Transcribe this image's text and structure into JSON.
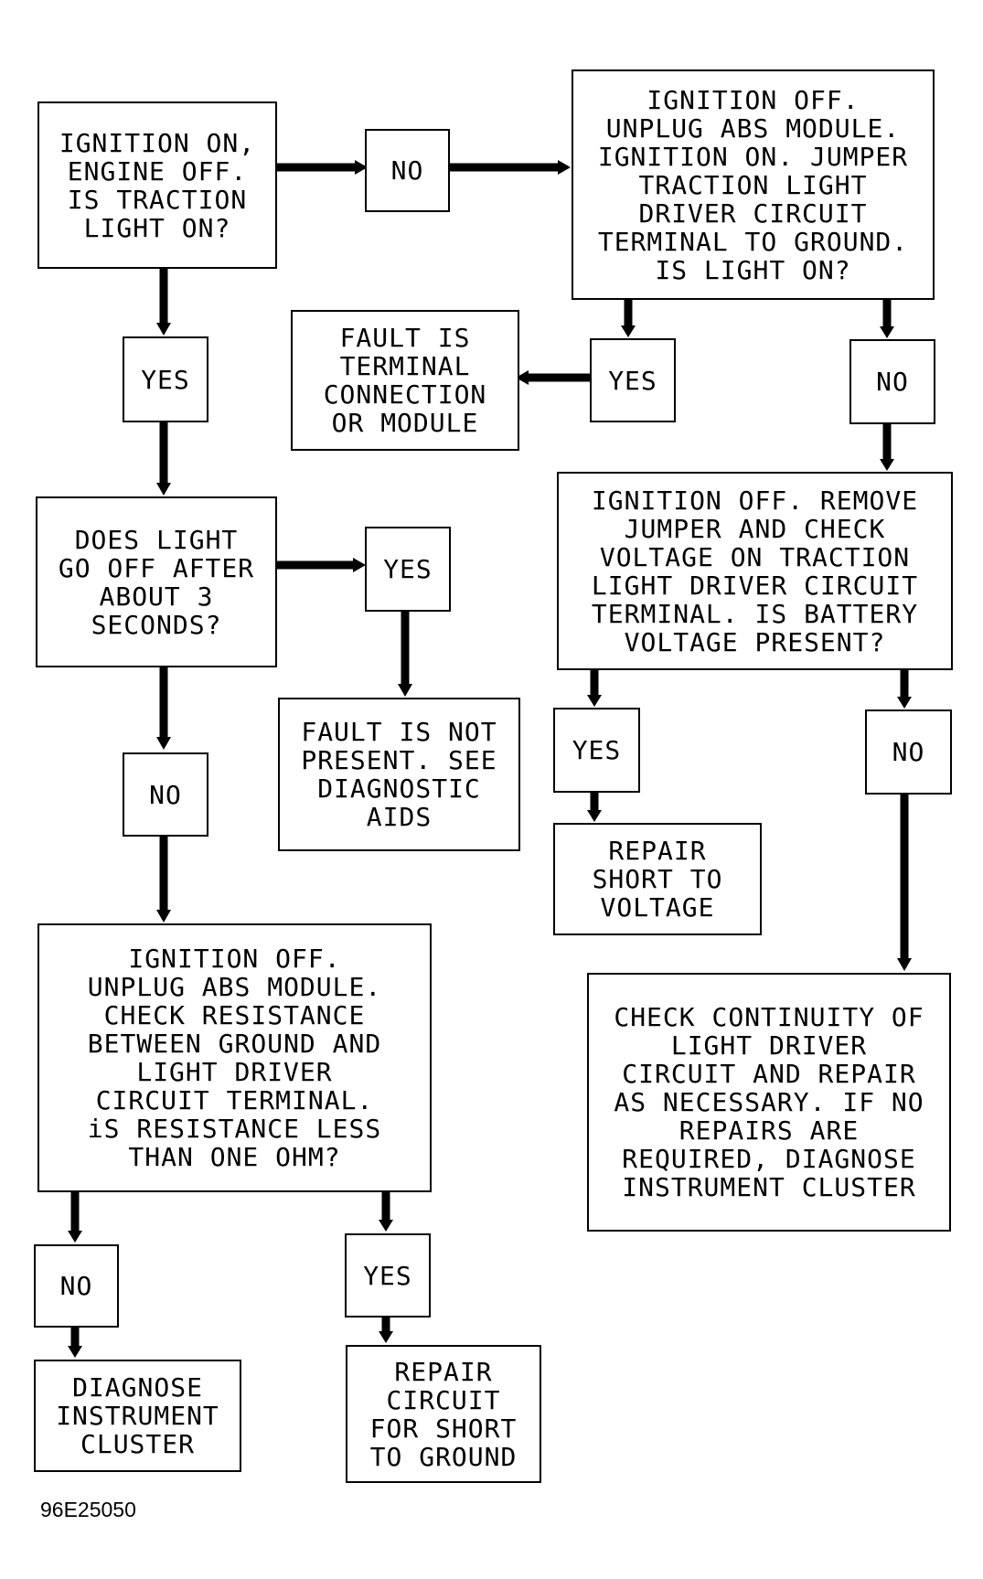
{
  "nodes": {
    "n1_question": "IGNITION ON,\nENGINE OFF.\nIS TRACTION\nLIGHT ON?",
    "n1_no": "NO",
    "n2_question": "IGNITION OFF.\nUNPLUG ABS MODULE.\nIGNITION ON. JUMPER\nTRACTION LIGHT\nDRIVER CIRCUIT\nTERMINAL TO GROUND.\nIS LIGHT ON?",
    "n2_yes": "YES",
    "n2_yes_result": "FAULT IS\nTERMINAL\nCONNECTION\nOR MODULE",
    "n2_no": "NO",
    "n1_yes": "YES",
    "n3_question": "DOES LIGHT\nGO OFF AFTER\nABOUT 3\nSECONDS?",
    "n3_yes": "YES",
    "n3_yes_result": "FAULT IS NOT\nPRESENT. SEE\nDIAGNOSTIC\nAIDS",
    "n3_no": "NO",
    "n4_question": "IGNITION OFF. REMOVE\nJUMPER AND CHECK\nVOLTAGE ON TRACTION\nLIGHT DRIVER CIRCUIT\nTERMINAL. IS BATTERY\nVOLTAGE PRESENT?",
    "n4_yes": "YES",
    "n4_yes_result": "REPAIR\nSHORT TO\nVOLTAGE",
    "n4_no": "NO",
    "n4_no_result": "CHECK CONTINUITY OF\nLIGHT DRIVER\nCIRCUIT AND REPAIR\nAS NECESSARY. IF NO\nREPAIRS ARE\nREQUIRED, DIAGNOSE\nINSTRUMENT CLUSTER",
    "n5_question": "IGNITION OFF.\nUNPLUG ABS MODULE.\nCHECK RESISTANCE\nBETWEEN GROUND AND\nLIGHT DRIVER\nCIRCUIT TERMINAL.\niS RESISTANCE LESS\nTHAN ONE OHM?",
    "n5_no": "NO",
    "n5_no_result": "DIAGNOSE\nINSTRUMENT\nCLUSTER",
    "n5_yes": "YES",
    "n5_yes_result": "REPAIR\nCIRCUIT\nFOR SHORT\nTO GROUND"
  },
  "figure_code": "96E25050"
}
